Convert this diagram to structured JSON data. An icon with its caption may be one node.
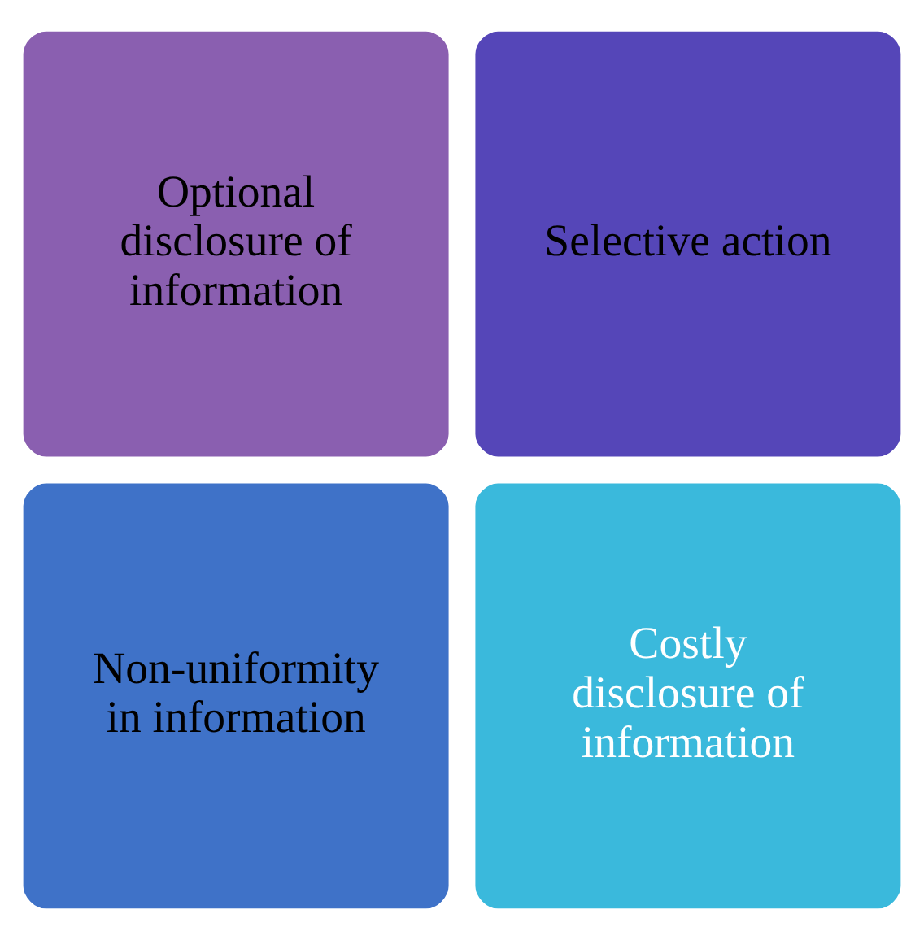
{
  "diagram": {
    "nodes": [
      {
        "text": [
          "Optional disclosure of information"
        ]
      },
      {
        "text": [
          "Selective action"
        ]
      },
      {
        "text": [
          "Non-uniformity in information"
        ]
      },
      {
        "text": [
          "Costly disclosure of information"
        ]
      }
    ],
    "edges": []
  }
}
